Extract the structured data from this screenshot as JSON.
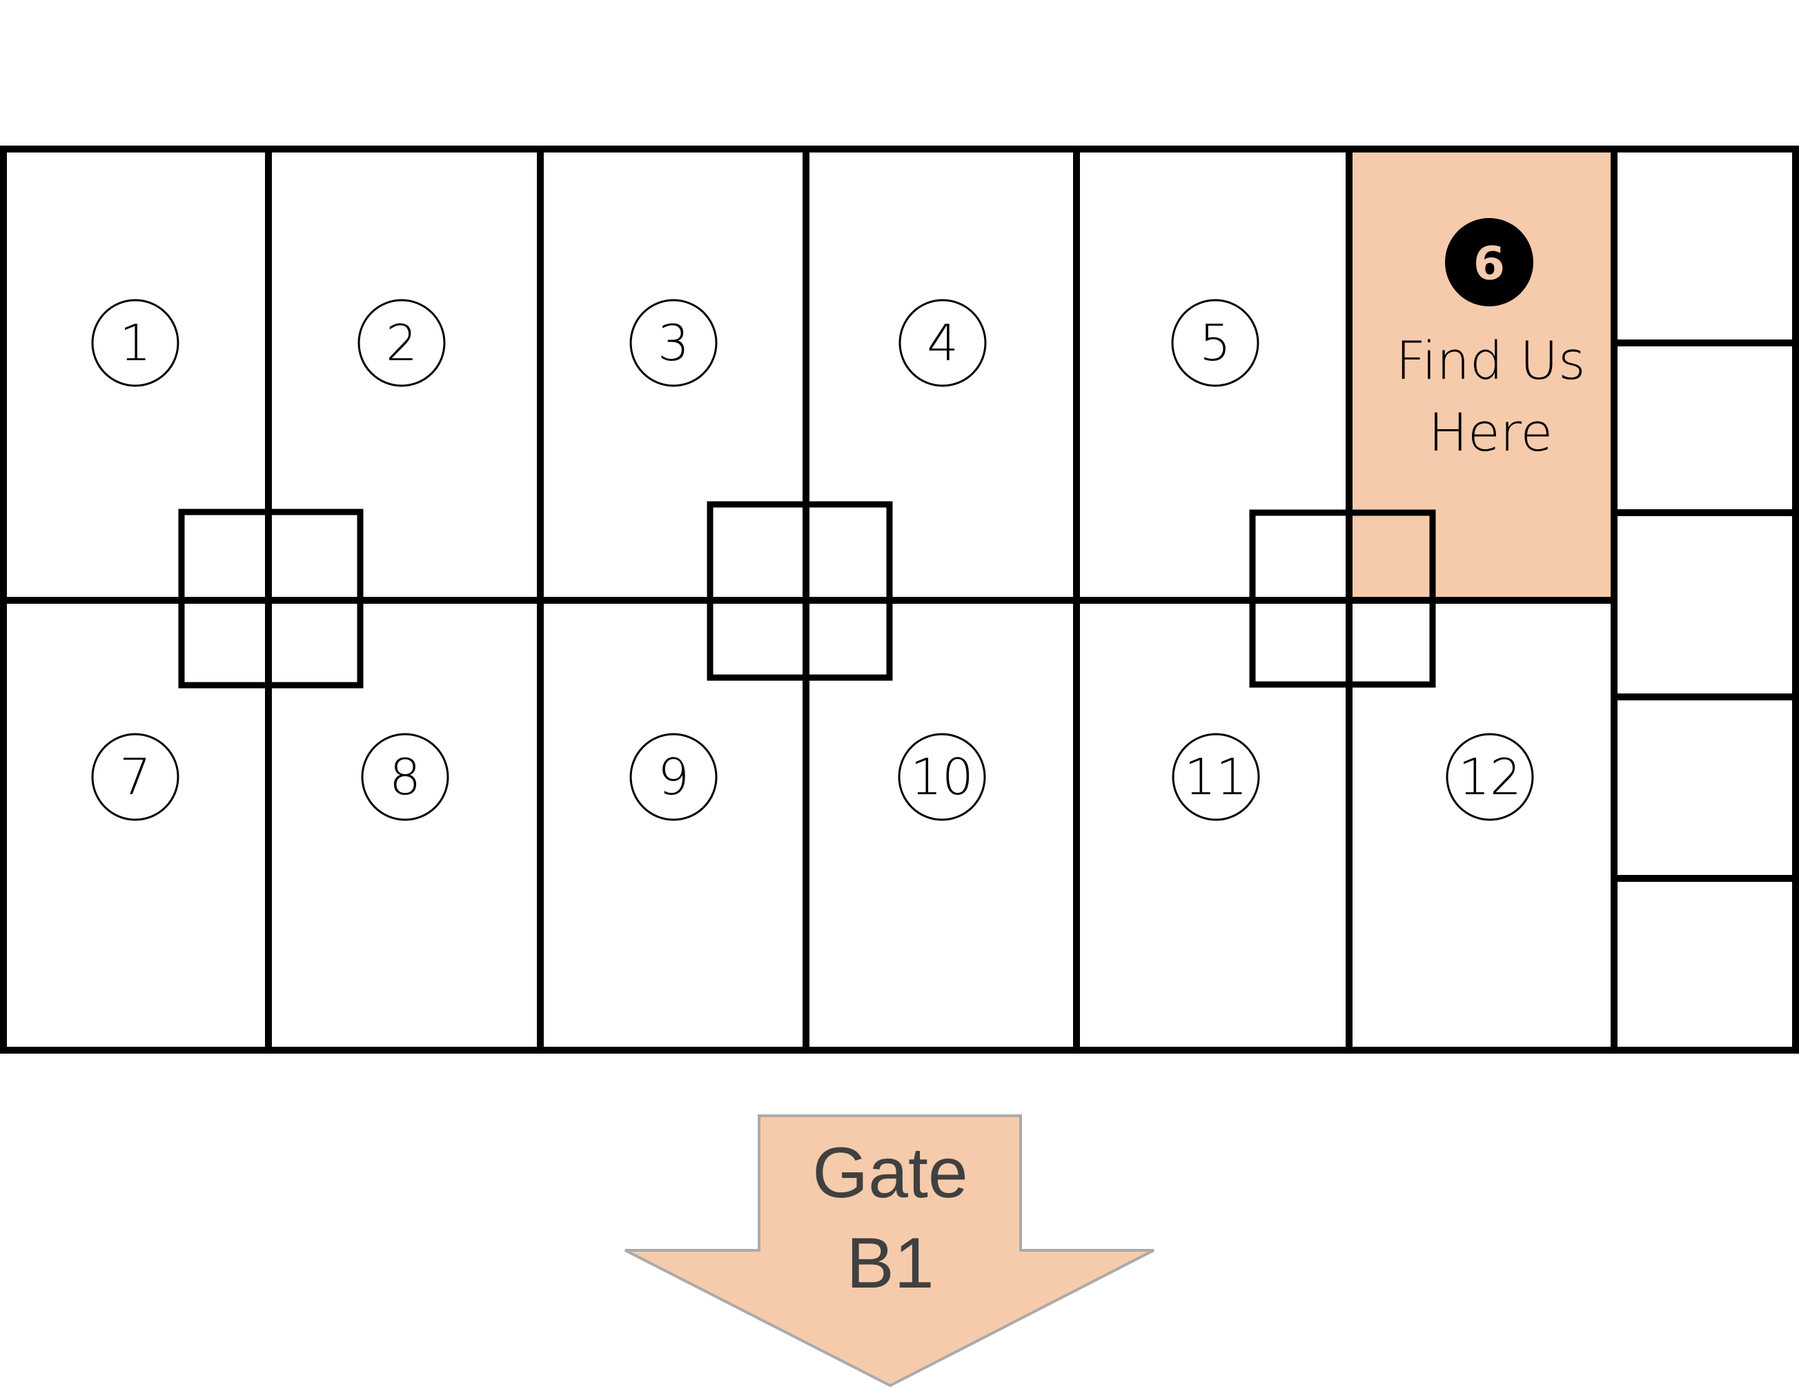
{
  "map": {
    "colors": {
      "highlight": "#f6cbac",
      "wall": "#000000",
      "arrow_stroke": "#aaaaaa",
      "gate_text": "#404040"
    },
    "booths": [
      {
        "number": "1"
      },
      {
        "number": "2"
      },
      {
        "number": "3"
      },
      {
        "number": "4"
      },
      {
        "number": "5"
      },
      {
        "number": "6"
      },
      {
        "number": "7"
      },
      {
        "number": "8"
      },
      {
        "number": "9"
      },
      {
        "number": "10"
      },
      {
        "number": "11"
      },
      {
        "number": "12"
      }
    ],
    "you_are_here": {
      "booth": "6",
      "label_line1": "Find Us",
      "label_line2": "Here"
    },
    "gate": {
      "line1": "Gate",
      "line2": "B1",
      "direction": "down"
    }
  }
}
